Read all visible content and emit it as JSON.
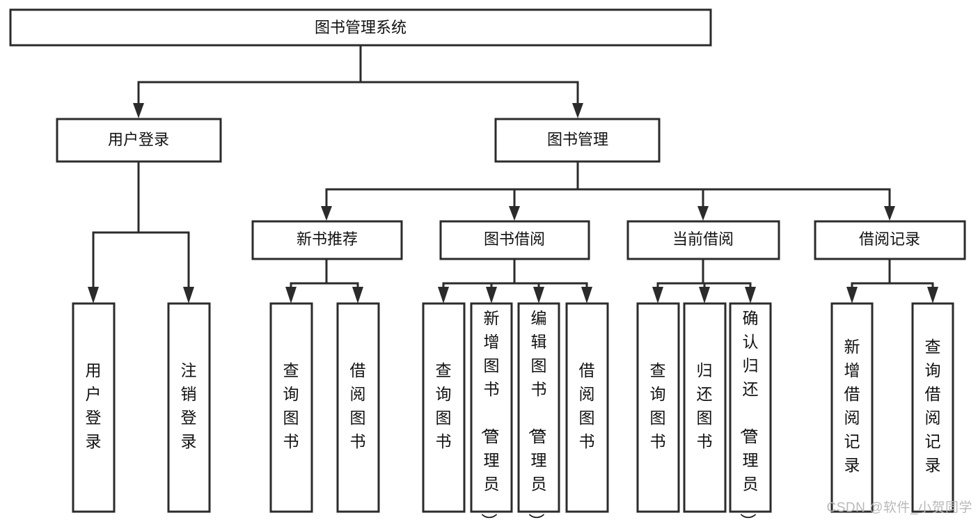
{
  "diagram": {
    "type": "tree-hierarchy-flowchart",
    "title": "图书管理系统",
    "watermark": "CSDN @软件_小贺同学",
    "colors": {
      "box_stroke": "#2b2b2b",
      "box_fill": "#ffffff",
      "connector": "#2b2b2b",
      "text": "#111111",
      "background": "#ffffff",
      "watermark": "#b9b9b9"
    },
    "levels": [
      {
        "level": 1,
        "nodes": [
          {
            "id": "root",
            "label": "图书管理系统",
            "orientation": "horizontal"
          }
        ]
      },
      {
        "level": 2,
        "nodes": [
          {
            "id": "user-login",
            "label": "用户登录",
            "orientation": "horizontal",
            "parent": "root"
          },
          {
            "id": "book-manage",
            "label": "图书管理",
            "orientation": "horizontal",
            "parent": "root"
          }
        ]
      },
      {
        "level": 3,
        "nodes": [
          {
            "id": "new-book-rec",
            "label": "新书推荐",
            "orientation": "horizontal",
            "parent": "book-manage"
          },
          {
            "id": "book-borrow",
            "label": "图书借阅",
            "orientation": "horizontal",
            "parent": "book-manage"
          },
          {
            "id": "current-borrow",
            "label": "当前借阅",
            "orientation": "horizontal",
            "parent": "book-manage"
          },
          {
            "id": "borrow-record",
            "label": "借阅记录",
            "orientation": "horizontal",
            "parent": "book-manage"
          }
        ]
      },
      {
        "level": 4,
        "nodes": [
          {
            "id": "leaf-user-login",
            "label": "用户登录",
            "orientation": "vertical",
            "parent": "user-login"
          },
          {
            "id": "leaf-logout",
            "label": "注销登录",
            "orientation": "vertical",
            "parent": "user-login"
          },
          {
            "id": "leaf-query-book-1",
            "label": "查询图书",
            "orientation": "vertical",
            "parent": "new-book-rec"
          },
          {
            "id": "leaf-borrow-book-1",
            "label": "借阅图书",
            "orientation": "vertical",
            "parent": "new-book-rec"
          },
          {
            "id": "leaf-query-book-2",
            "label": "查询图书",
            "orientation": "vertical",
            "parent": "book-borrow"
          },
          {
            "id": "leaf-add-book",
            "label": "新增图书（管理员）",
            "orientation": "vertical",
            "parent": "book-borrow"
          },
          {
            "id": "leaf-edit-book",
            "label": "编辑图书（管理员）",
            "orientation": "vertical",
            "parent": "book-borrow"
          },
          {
            "id": "leaf-borrow-book-2",
            "label": "借阅图书",
            "orientation": "vertical",
            "parent": "book-borrow"
          },
          {
            "id": "leaf-query-book-3",
            "label": "查询图书",
            "orientation": "vertical",
            "parent": "current-borrow"
          },
          {
            "id": "leaf-return-book",
            "label": "归还图书",
            "orientation": "vertical",
            "parent": "current-borrow"
          },
          {
            "id": "leaf-confirm-return",
            "label": "确认归还（管理员）",
            "orientation": "vertical",
            "parent": "current-borrow"
          },
          {
            "id": "leaf-add-record",
            "label": "新增借阅记录",
            "orientation": "vertical",
            "parent": "borrow-record"
          },
          {
            "id": "leaf-query-record",
            "label": "查询借阅记录",
            "orientation": "vertical",
            "parent": "borrow-record"
          }
        ]
      }
    ]
  }
}
